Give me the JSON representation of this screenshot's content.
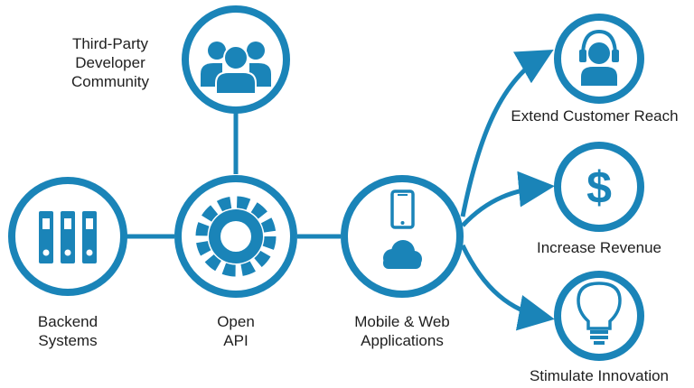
{
  "colors": {
    "accent": "#1a84b8",
    "text": "#1f1f1f",
    "background": "#ffffff"
  },
  "nodes": {
    "community": {
      "label": "Third-Party\nDeveloper\nCommunity",
      "icon": "user-group-icon"
    },
    "backend": {
      "label": "Backend\nSystems",
      "icon": "server-binders-icon"
    },
    "api": {
      "label": "Open\nAPI",
      "icon": "gear-icon"
    },
    "mobile": {
      "label": "Mobile & Web\nApplications",
      "icon": "phone-and-cloud-icon"
    },
    "reach": {
      "label": "Extend Customer Reach",
      "icon": "headset-user-icon"
    },
    "revenue": {
      "label": "Increase Revenue",
      "icon": "dollar-sign-icon"
    },
    "innovation": {
      "label": "Stimulate Innovation",
      "icon": "lightbulb-icon"
    }
  }
}
